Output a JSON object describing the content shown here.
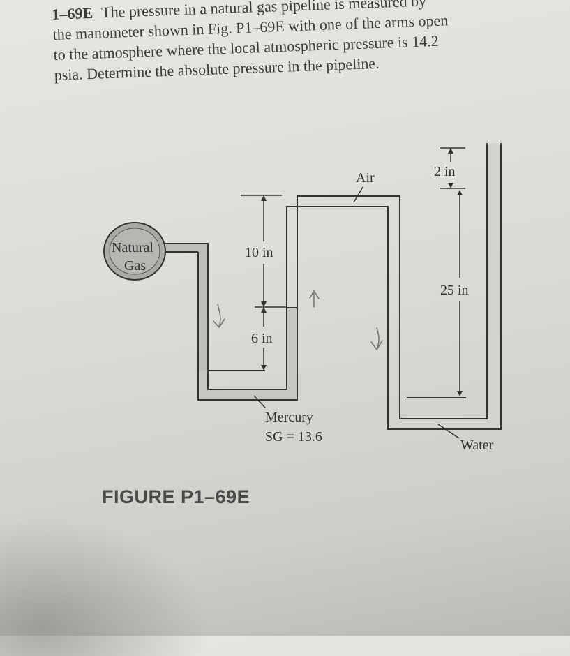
{
  "problem": {
    "number": "1–69E",
    "lines": [
      "The pressure in a natural gas pipeline is measured by",
      "the manometer shown in Fig. P1–69E with one of the arms open",
      "to the atmosphere where the local atmospheric pressure is 14.2",
      "psia. Determine the absolute pressure in the pipeline."
    ]
  },
  "figure": {
    "caption": "FIGURE P1–69E",
    "labels": {
      "natural": "Natural",
      "gas": "Gas",
      "air": "Air",
      "mercury": "Mercury",
      "sg": "SG = 13.6",
      "water": "Water",
      "dim_10": "10 in",
      "dim_6": "6 in",
      "dim_2": "2 in",
      "dim_25": "25 in"
    }
  }
}
